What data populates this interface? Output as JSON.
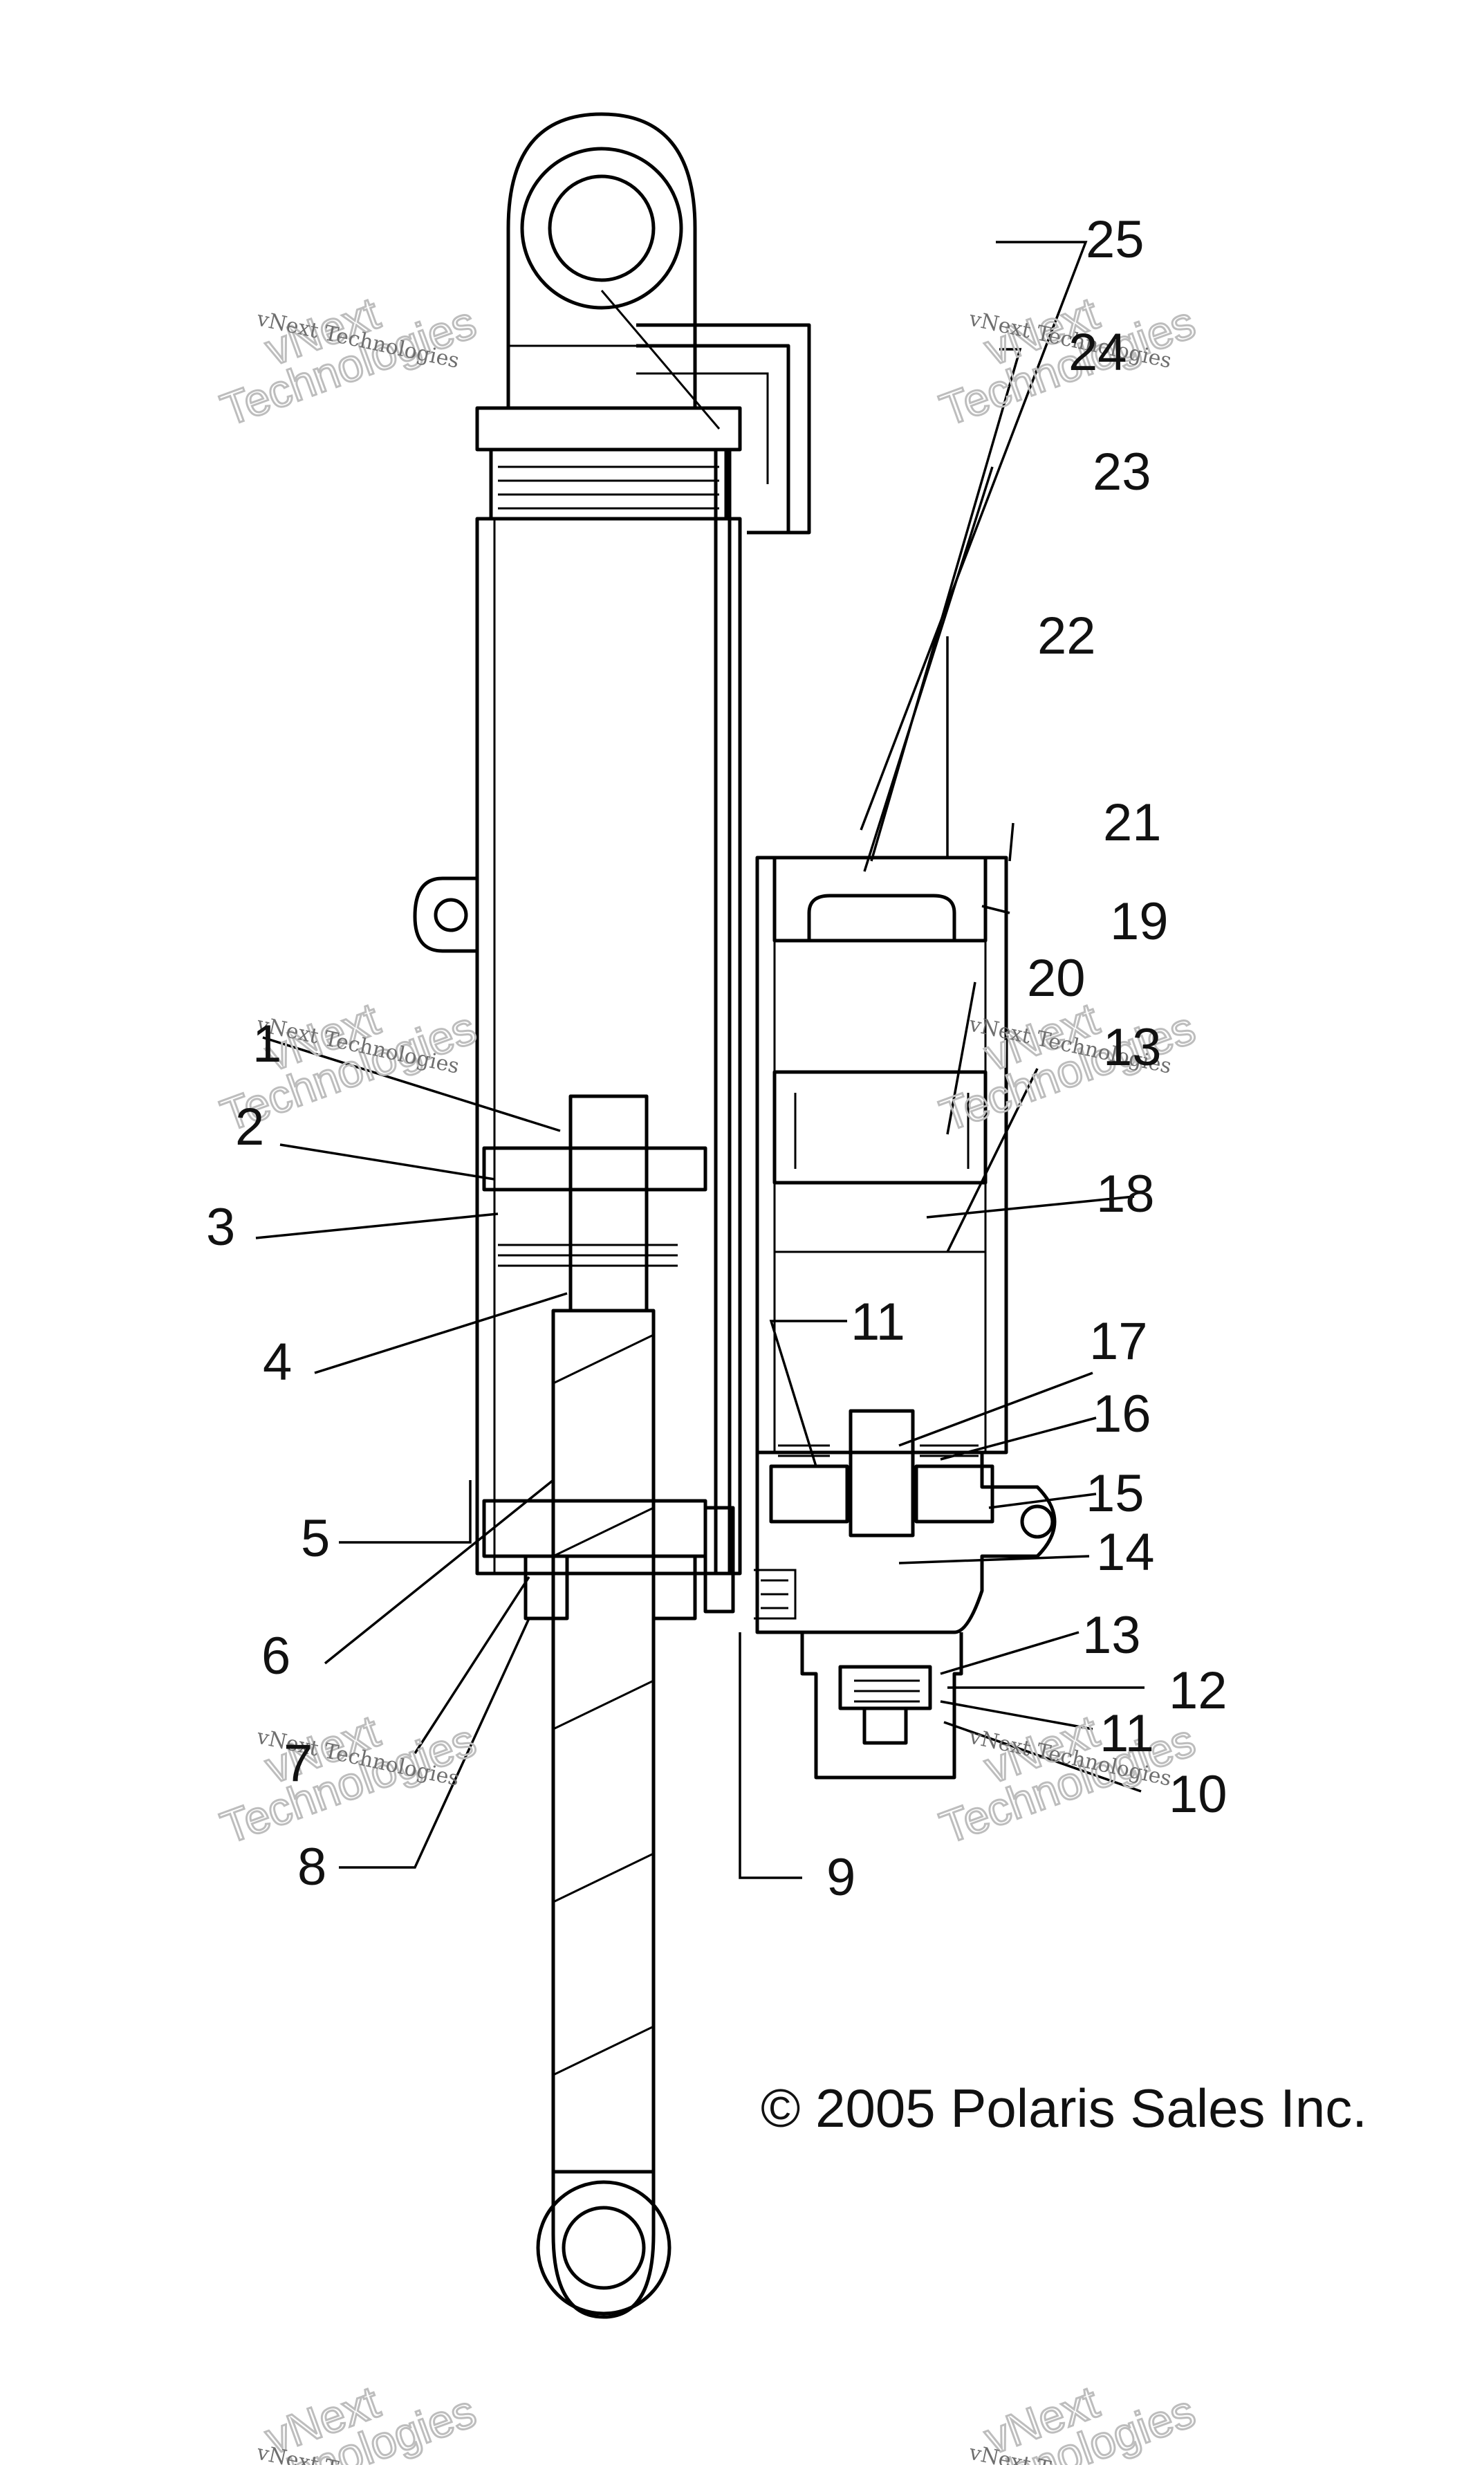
{
  "callouts": [
    "25",
    "24",
    "23",
    "22",
    "21",
    "19",
    "20",
    "13",
    "18",
    "1",
    "2",
    "3",
    "4",
    "11",
    "17",
    "16",
    "15",
    "14",
    "5",
    "6",
    "13",
    "12",
    "11",
    "7",
    "10",
    "8",
    "9"
  ],
  "watermark": {
    "brand": "vNext",
    "name": "vNext Technologies",
    "sub": "Technologies"
  },
  "copyright": "© 2005 Polaris Sales Inc."
}
